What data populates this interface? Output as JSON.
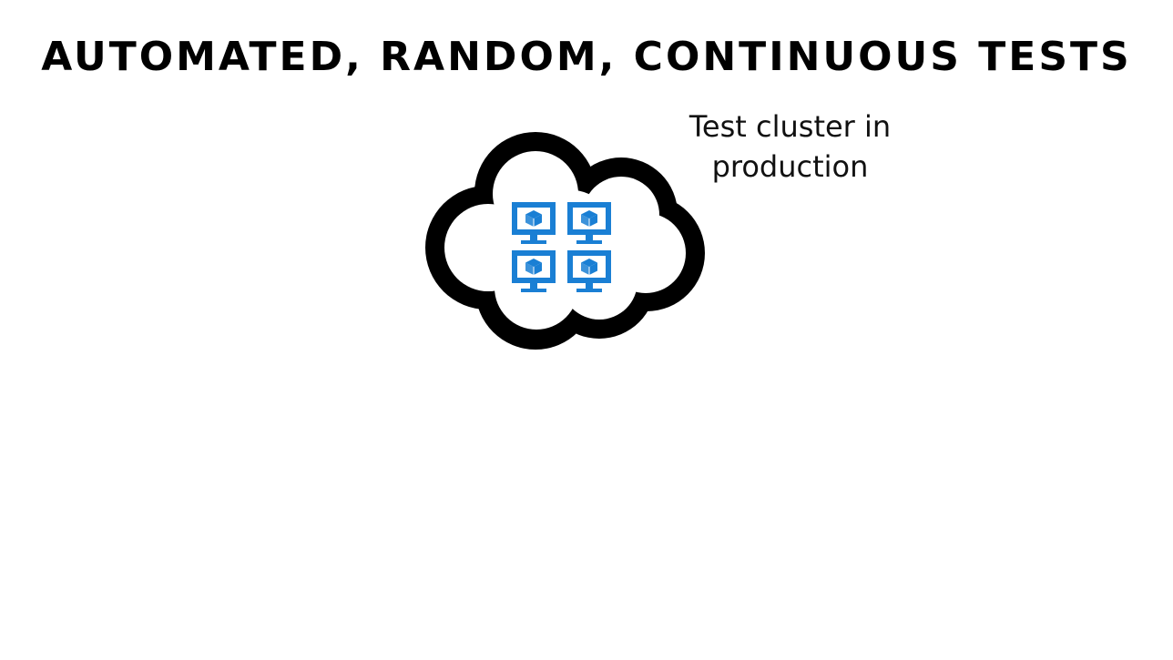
{
  "slide": {
    "title": "AUTOMATED, RANDOM, CONTINUOUS TESTS"
  },
  "diagram": {
    "cloud": {
      "label": "Test cluster in production",
      "icon": "cloud-icon",
      "outline_color": "#000000"
    },
    "vms": {
      "icon": "virtual-machine-icon",
      "count": 4,
      "color": "#1a7fd4"
    }
  }
}
